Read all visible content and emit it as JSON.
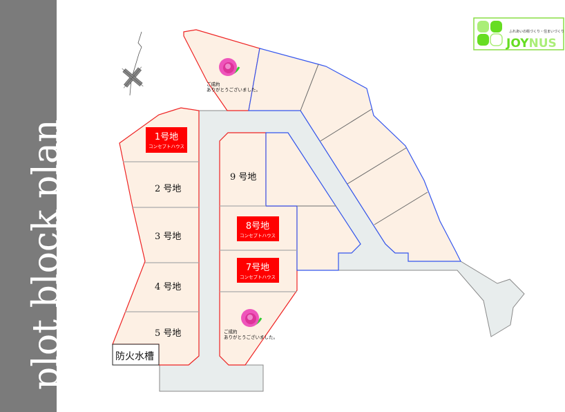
{
  "sidebar": {
    "title": "plot block plan"
  },
  "logo": {
    "tagline": "ふれあいの街づくり・住まいづくり",
    "brand_a": "JOY",
    "brand_b": "NUS",
    "color_dark": "#66dd22",
    "color_light": "#aaee77"
  },
  "lots": {
    "lot1": {
      "label": "1号地",
      "sub": "コンセプトハウス"
    },
    "lot2": {
      "label": "2 号地"
    },
    "lot3": {
      "label": "3 号地"
    },
    "lot4": {
      "label": "4 号地"
    },
    "lot5": {
      "label": "5 号地"
    },
    "lot7": {
      "label": "7号地",
      "sub": "コンセプトハウス"
    },
    "lot8": {
      "label": "8号地",
      "sub": "コンセプトハウス"
    },
    "lot9": {
      "label": "9 号地"
    }
  },
  "sold": {
    "line1": "ご成約",
    "line2": "ありがとうございました。"
  },
  "tank": {
    "label": "防火水槽"
  },
  "colors": {
    "lot_fill": "#fdf0e4",
    "road": "#e8eded",
    "red": "#ee2222",
    "blue": "#3355ee",
    "badge": "#ff0000"
  }
}
